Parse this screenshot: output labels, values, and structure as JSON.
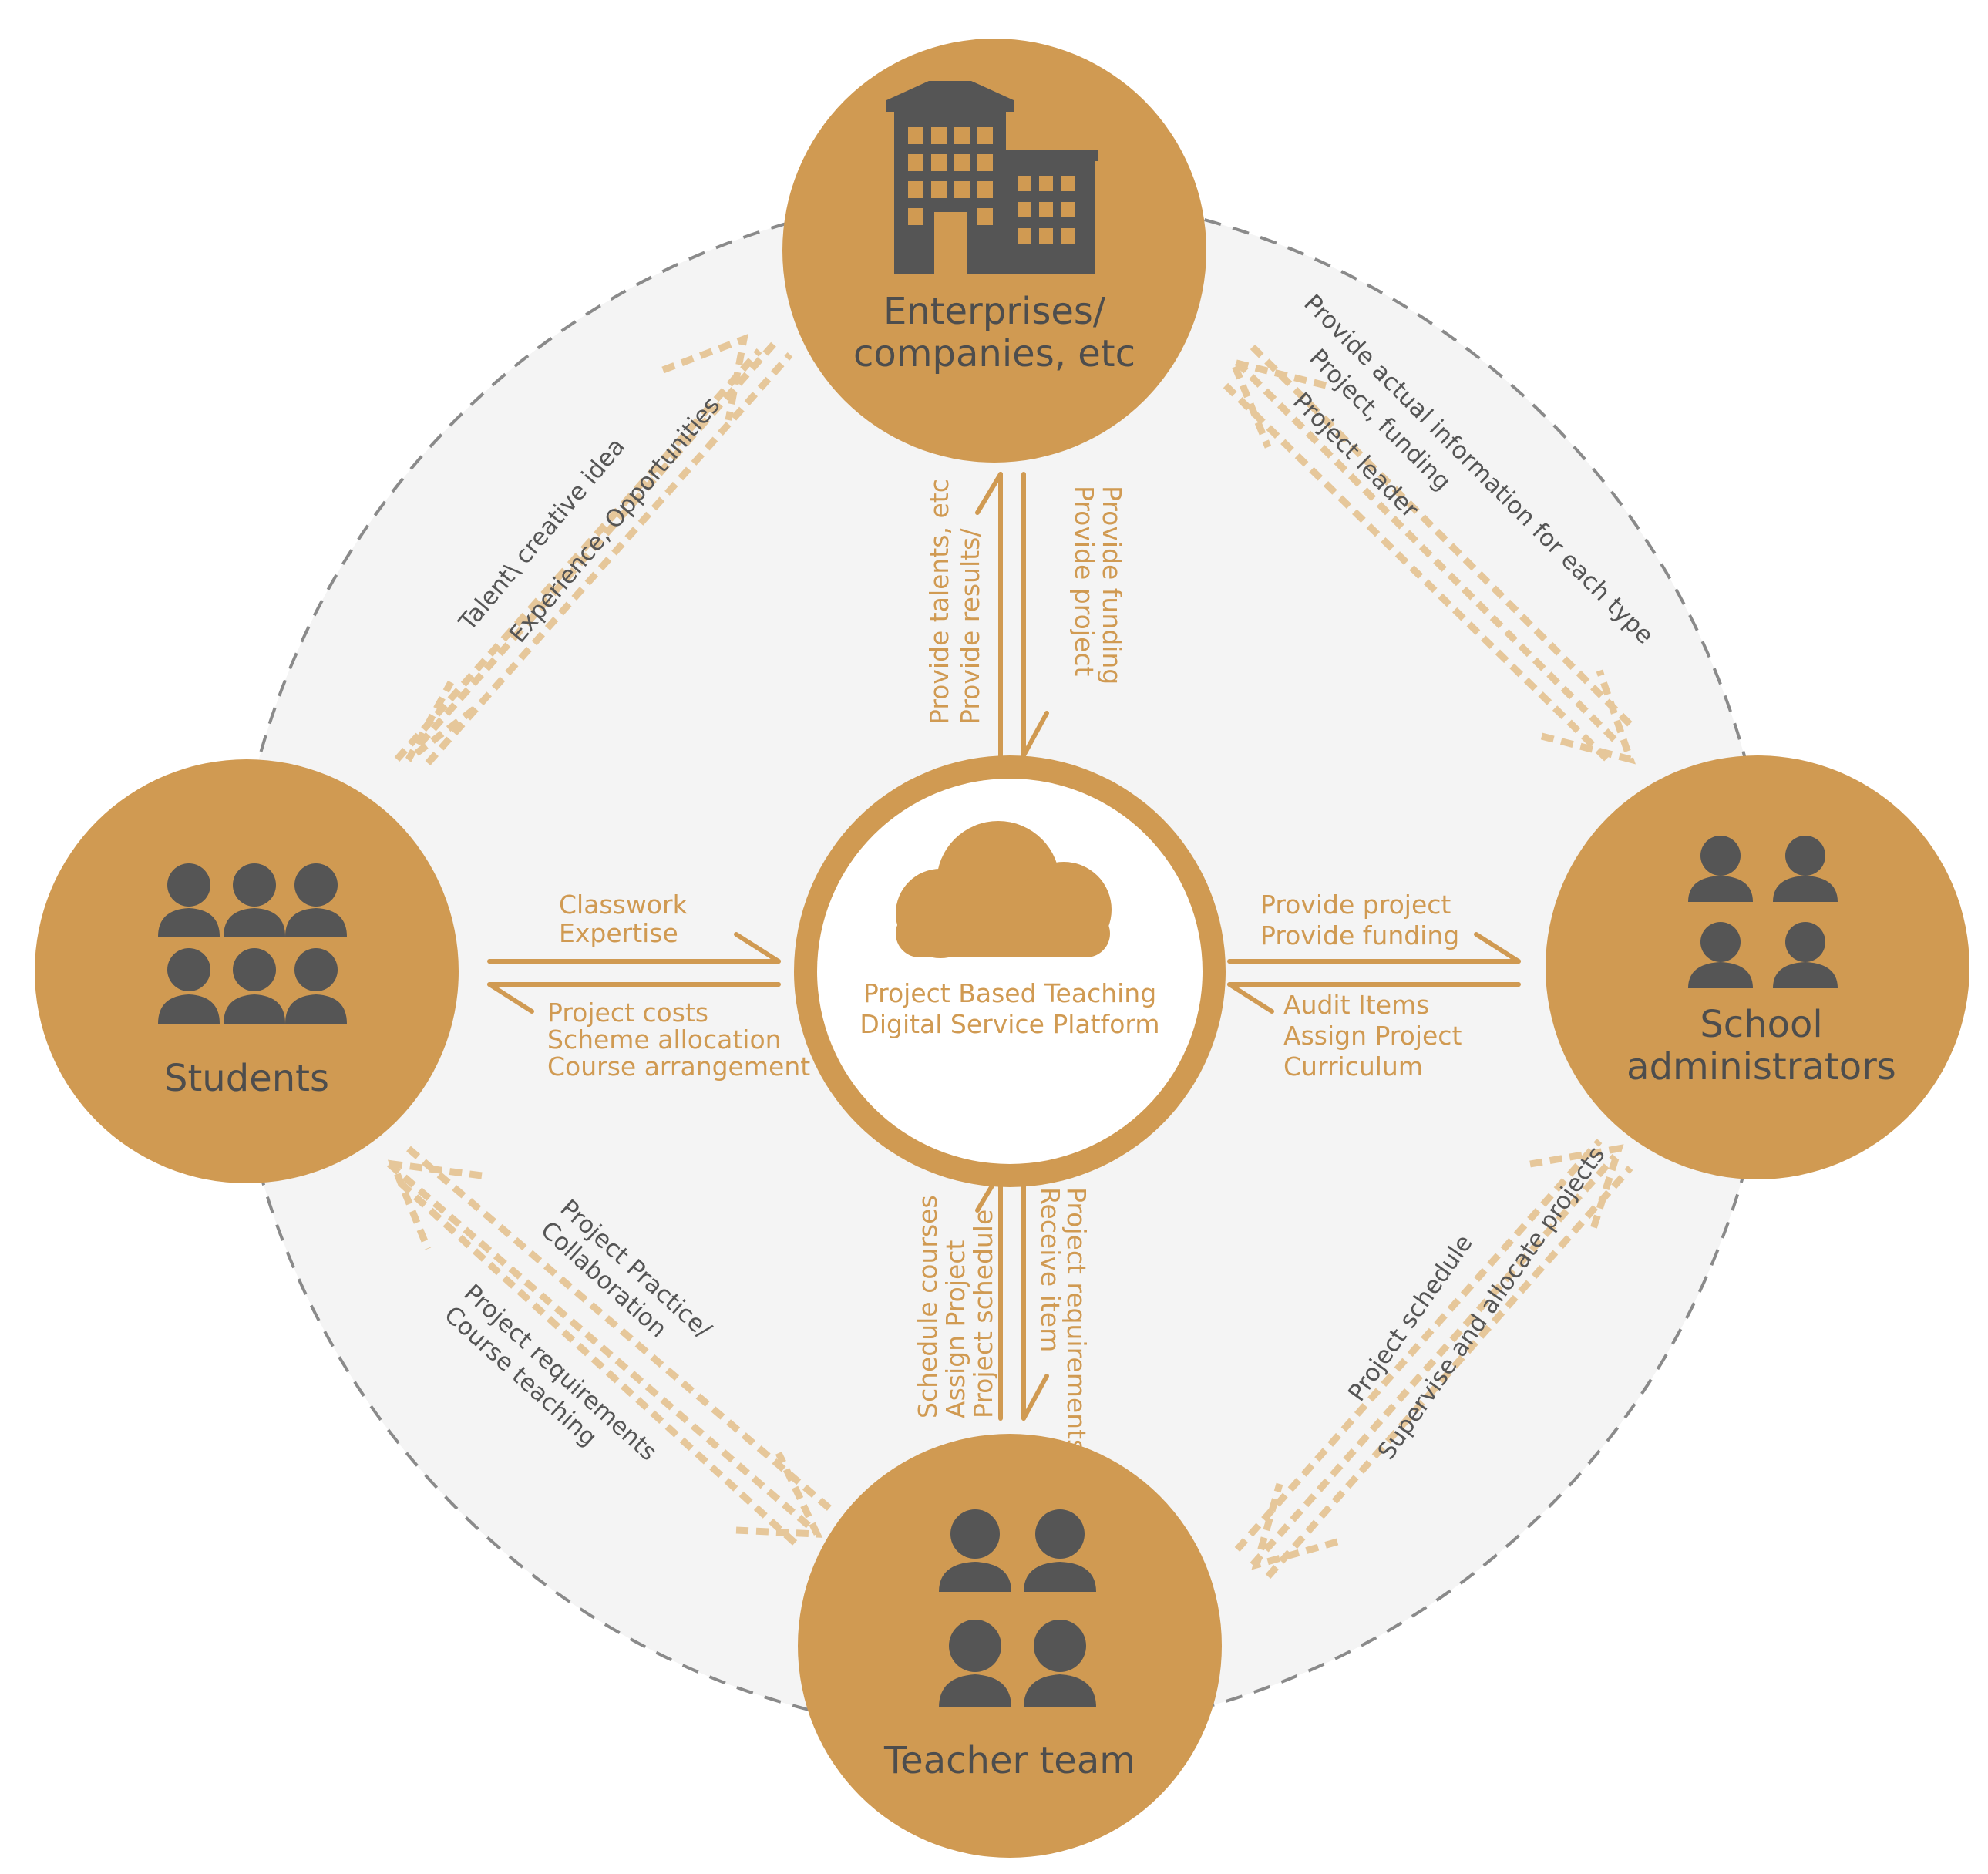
{
  "colors": {
    "gold": "#d09a52",
    "gold_light": "#e6c79a",
    "icon_gray": "#555555",
    "text_dark": "#4d4d4d",
    "ring_dash": "#8a8a8a",
    "ring_fill": "#f4f4f4"
  },
  "center": {
    "icon": "cloud-icon",
    "line1": "Project Based Teaching",
    "line2": "Digital Service Platform"
  },
  "nodes": {
    "enterprises": {
      "icon": "building-icon",
      "line1": "Enterprises/",
      "line2": "companies, etc"
    },
    "students": {
      "icon": "students-group-icon",
      "label": "Students"
    },
    "administrators": {
      "icon": "administrators-group-icon",
      "line1": "School",
      "line2": "administrators"
    },
    "teachers": {
      "icon": "teacher-group-icon",
      "label": "Teacher team"
    }
  },
  "flows": {
    "enterprise_to_platform": [
      "Provide project",
      "Provide funding"
    ],
    "platform_to_enterprise": [
      "Provide talents, etc",
      "Provide results/"
    ],
    "students_to_platform": [
      "Classwork",
      "Expertise"
    ],
    "platform_to_students": [
      "Project costs",
      "Scheme allocation",
      "Course arrangement"
    ],
    "platform_to_admin": [
      "Provide project",
      "Provide funding"
    ],
    "admin_to_platform": [
      "Audit Items",
      "Assign Project",
      "Curriculum"
    ],
    "platform_to_teachers": [
      "Project requirements",
      "Receive item"
    ],
    "teachers_to_platform": [
      "Schedule courses",
      "Assign Project",
      "Project schedule"
    ],
    "students_enterprise": [
      "Talent\\ creative idea",
      "Experience, Opportunities"
    ],
    "enterprise_admin": [
      "Provide actual information for each type",
      "Project, funding",
      "Project leader"
    ],
    "students_teachers_a": [
      "Project Practice/",
      "Collaboration"
    ],
    "students_teachers_b": [
      "Project requirements",
      "Course teaching"
    ],
    "teachers_admin": [
      "Project schedule",
      "Supervise and allocate projects"
    ]
  }
}
